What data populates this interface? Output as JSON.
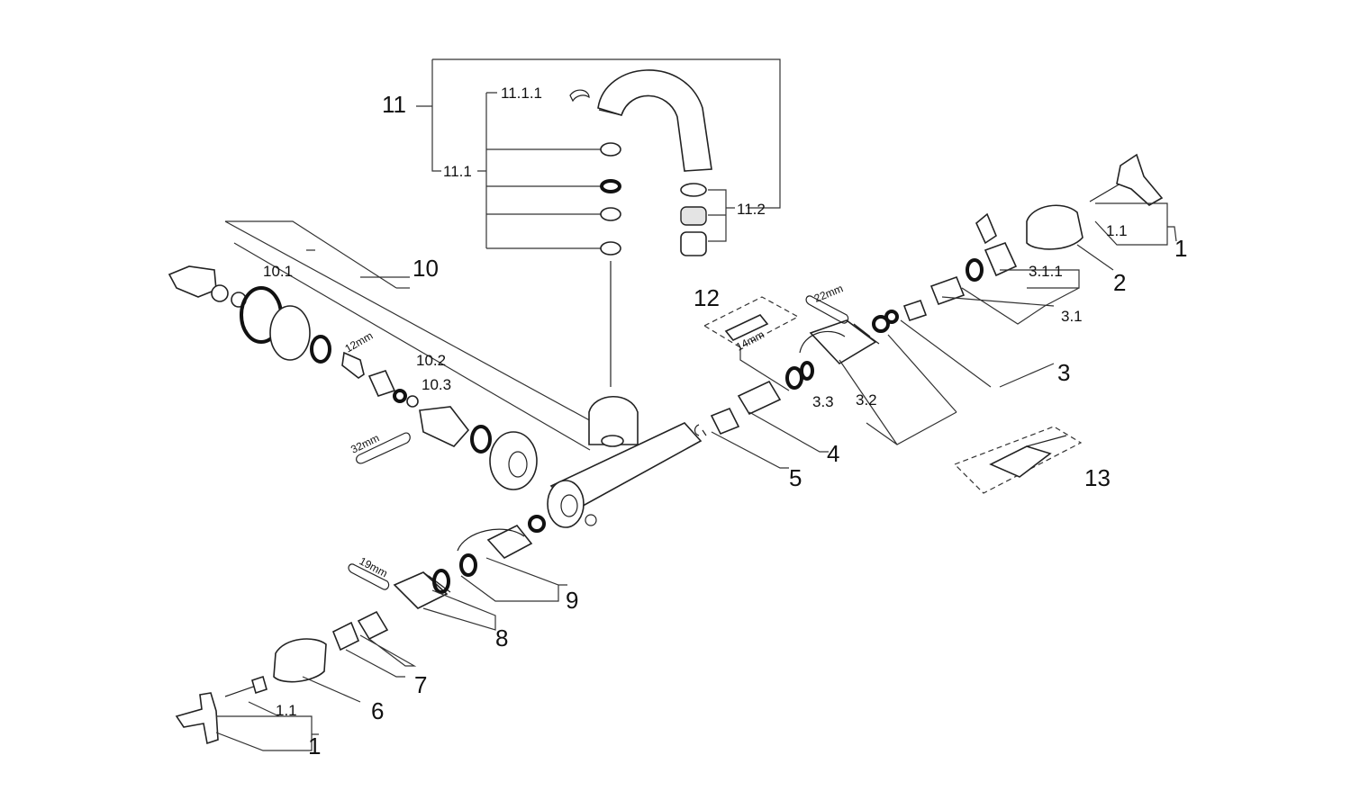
{
  "labels": {
    "l1_top": "1",
    "l1_bottom": "1",
    "l1_1_top": "1.1",
    "l1_1_bottom": "1.1",
    "l2": "2",
    "l3": "3",
    "l3_1": "3.1",
    "l3_1_1": "3.1.1",
    "l3_2": "3.2",
    "l3_3": "3.3",
    "l4": "4",
    "l5": "5",
    "l6": "6",
    "l7": "7",
    "l8": "8",
    "l9": "9",
    "l10": "10",
    "l10_1": "10.1",
    "l10_2": "10.2",
    "l10_3": "10.3",
    "l11": "11",
    "l11_1": "11.1",
    "l11_1_1": "11.1.1",
    "l11_2": "11.2",
    "l12": "12",
    "l13": "13"
  },
  "tools": {
    "t12mm": "12mm",
    "t14mm": "14mm",
    "t19mm": "19mm",
    "t22mm": "22mm",
    "t32mm": "32mm"
  }
}
